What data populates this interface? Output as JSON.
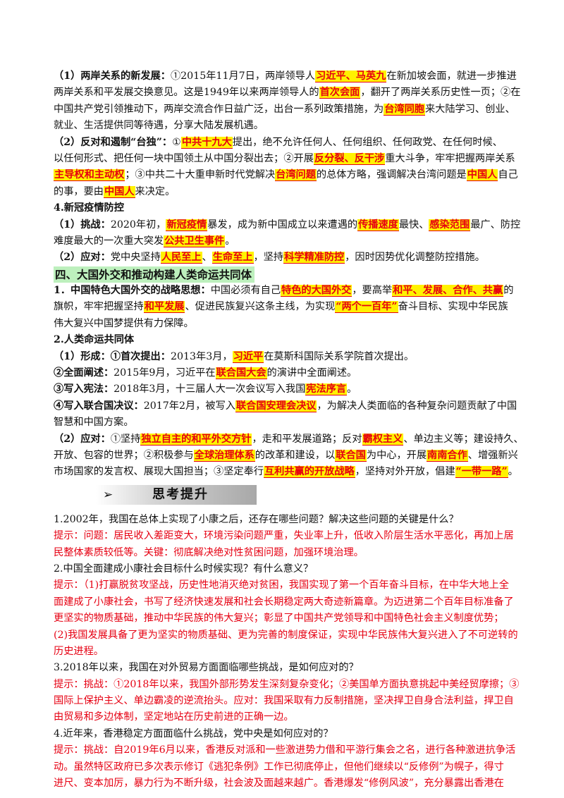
{
  "section3": {
    "p1": {
      "head": "（1）两岸关系的新发展：",
      "l1a": "①2015年11月7日，两岸领导人",
      "l1h": "习近平、马英九",
      "l1b": "在新加坡会面，就进一步推进",
      "l2a": "两岸关系和平发展交换意见。这是1949年以来两岸领导人的",
      "l2h": "首次会面",
      "l2b": "，翻开了两岸关系历史性一页；②在",
      "l3": "中国共产党引领推动下，两岸交流合作日益广泛，出台一系列政策措施，为",
      "l3h": "台湾同胞",
      "l3b": "来大陆学习、创业、",
      "l4": "就业、生活提供同等待遇，分享大陆发展机遇。"
    },
    "p2": {
      "head": "（2）反对和遏制“台独”：",
      "l1a": "①",
      "l1h": "中共十九大",
      "l1b": "提出，绝不允许任何人、任何组织、任何政党、在任何时候、",
      "l2a": "以任何形式、把任何一块中国领土从中国分裂出去；②开展",
      "l2h": "反分裂、反干涉",
      "l2b": "重大斗争，牢牢把握两岸关系",
      "l3h": "主导权和主动权",
      "l3a": "；③中共二十大重申新时代党解决",
      "l3h2": "台湾问题",
      "l3b": "的总体方略，强调解决台湾问题是",
      "l3h3": "中国人",
      "l3c": "自己",
      "l4a": "的事，要由",
      "l4h": "中国人",
      "l4b": "来决定。"
    }
  },
  "section4covid": {
    "title": "4.新冠疫情防控",
    "p1": {
      "head": "（1）挑战：",
      "l1a": "2020年初，",
      "l1h": "新冠疫情",
      "l1b": "暴发，成为新中国成立以来遭遇的",
      "l1h2": "传播速度",
      "l1c": "最快、",
      "l1h3": "感染范围",
      "l1d": "最广、防控",
      "l2a": "难度最大的一次重大突发",
      "l2h": "公共卫生事件",
      "l2b": "。"
    },
    "p2": {
      "head": "（2）应对：",
      "l1a": "党中央坚持",
      "l1h": "人民至上",
      "l1b": "、",
      "l1h2": "生命至上",
      "l1c": "，坚持",
      "l1h3": "科学精准防控",
      "l1d": "，因时因势优化调整防控措施。"
    }
  },
  "part4": {
    "heading": "四、大国外交和推动构建人类命运共同体",
    "s1": {
      "head": "1．中国特色大国外交的战略思想：",
      "l1a": "中国必须有自己",
      "l1h": "特色的大国外交",
      "l1b": "，要高举",
      "l1h2": "和平、发展、合作、共赢",
      "l1c": "的",
      "l2a": "旗帜，牢牢把握坚持",
      "l2h": "和平发展",
      "l2b": "、促进民族复兴这条主线，为实现",
      "l2h2": "“两个一百年”",
      "l2c": "奋斗目标、实现中华民族",
      "l3": "伟大复兴中国梦提供有力保障。"
    },
    "s2": {
      "title": "2.人类命运共同体",
      "f1head": "（1）形成：①首次提出：",
      "f1a": "2013年3月，",
      "f1h": "习近平",
      "f1b": "在莫斯科国际关系学院首次提出。",
      "f2head": "②全面阐述：",
      "f2a": "2015年9月，习近平在",
      "f2h": "联合国大会",
      "f2b": "的演讲中全面阐述。",
      "f3head": "③写入宪法：",
      "f3a": "2018年3月，十三届人大一次会议写入我国",
      "f3h": "宪法序言",
      "f3b": "。",
      "f4head": "④写入联合国决议：",
      "f4a": "2017年2月，被写入",
      "f4h": "联合国安理会决议",
      "f4b": "，为解决人类面临的各种复杂问题贡献了中国",
      "f4l2": "智慧和中国方案。",
      "p2head": "（2）应对：",
      "p2l1a": "①坚持",
      "p2l1h": "独立自主的和平外交方针",
      "p2l1b": "，走和平发展道路；反对",
      "p2l1h2": "霸权主义",
      "p2l1c": "、单边主义等；建设持久、",
      "p2l2a": "开放、包容的世界；②积极参与",
      "p2l2h": "全球治理体系",
      "p2l2b": "的改革和建设，以",
      "p2l2h2": "联合国",
      "p2l2c": "为中心，开展",
      "p2l2h3": "南南合作",
      "p2l2d": "、增强新兴",
      "p2l3a": "市场国家的发言权、展现大国担当；③坚定奉行",
      "p2l3h": "互利共赢的开放战略",
      "p2l3b": "，坚持对外开放，倡建",
      "p2l3h2": "“一带一路”",
      "p2l3c": "。"
    }
  },
  "think": {
    "arrow": "➢",
    "title": "思考提升",
    "q1": "1.2002年，我国在总体上实现了小康之后，还存在哪些问题？解决这些问题的关键是什么？",
    "a1l1": "提示：问题：居民收入差距变大，环境污染问题严重，失业率上升，低收入阶层生活水平恶化，再加上居",
    "a1l2": "民整体素质较低等。关键：彻底解决绝对性贫困问题，加强环境治理。",
    "q2": "2.中国全面建成小康社会目标什么时候实现？有什么意义？",
    "a2l1": "提示：（1)打赢脱贫攻坚战，历史性地消灭绝对贫困，我国实现了第一个百年奋斗目标，在中华大地上全",
    "a2l2": "面建成了小康社会，书写了经济快速发展和社会长期稳定两大奇迹新篇章。为迈进第二个百年目标准备了",
    "a2l3": "更坚实的物质基础，推动中华民族的伟大复兴；彰显了中国共产党领导和中国特色社会主义制度优势；",
    "a2l4": "(2)我国发展具备了更为坚实的物质基础、更为完善的制度保证，实现中华民族伟大复兴进入了不可逆转的",
    "a2l5": "历史进程。",
    "q3": "3.2018年以来，我国在对外贸易方面面临哪些挑战，是如何应对的？",
    "a3l1": "提示：挑战：①2018年以来，我国外部形势发生深刻复杂变化；②美国单方面执意挑起中美经贸摩擦；③",
    "a3l2": "国际上保护主义、单边霸凌的逆流抬头。应对：我国采取有力反制措施，坚决捍卫自身合法利益，捍卫自",
    "a3l3": "由贸易和多边体制，坚定地站在历史前进的正确一边。",
    "q4": "4.近年来，香港稳定方面面临什么挑战，党中央是如何应对的？",
    "a4l1": "提示：挑战：自2019年6月以来，香港反对派和一些激进势力借和平游行集会之名，进行各种激进抗争活",
    "a4l2": "动。虽然特区政府已多次表示修订《逃犯条例》工作已彻底停止，但他们继续以“反修例”为幌子，得寸",
    "a4l3": "进尺、变本加厉，暴力行为不断升级，社会波及面越来越广。香港爆发“修例风波”，充分暴露出香港在"
  }
}
